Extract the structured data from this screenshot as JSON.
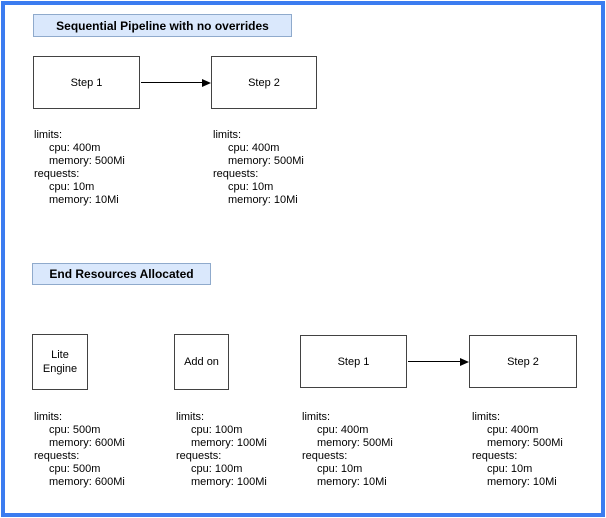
{
  "frame": {
    "border_color": "#3b7cf0",
    "background": "#ffffff"
  },
  "styles": {
    "title_fill": "#dae8fc",
    "title_border": "#8faacc",
    "node_border": "#424242",
    "arrow_color": "#000000"
  },
  "section1": {
    "title": "Sequential Pipeline with no overrides",
    "nodes": {
      "step1": "Step 1",
      "step2": "Step 2"
    },
    "resources": {
      "step1": {
        "lines": [
          "limits:",
          "cpu: 400m",
          "memory: 500Mi",
          "requests:",
          "cpu: 10m",
          "memory: 10Mi"
        ]
      },
      "step2": {
        "lines": [
          "limits:",
          "cpu: 400m",
          "memory: 500Mi",
          "requests:",
          "cpu: 10m",
          "memory: 10Mi"
        ]
      }
    }
  },
  "section2": {
    "title": "End Resources Allocated",
    "nodes": {
      "lite_engine": "Lite Engine",
      "add_on": "Add on",
      "step1": "Step 1",
      "step2": "Step 2"
    },
    "resources": {
      "lite_engine": {
        "lines": [
          "limits:",
          "cpu: 500m",
          "memory: 600Mi",
          "requests:",
          "cpu: 500m",
          "memory: 600Mi"
        ]
      },
      "add_on": {
        "lines": [
          "limits:",
          "cpu: 100m",
          "memory: 100Mi",
          "requests:",
          "cpu: 100m",
          "memory: 100Mi"
        ]
      },
      "step1": {
        "lines": [
          "limits:",
          "cpu: 400m",
          "memory: 500Mi",
          "requests:",
          "cpu: 10m",
          "memory: 10Mi"
        ]
      },
      "step2": {
        "lines": [
          "limits:",
          "cpu: 400m",
          "memory: 500Mi",
          "requests:",
          "cpu: 10m",
          "memory: 10Mi"
        ]
      }
    }
  }
}
